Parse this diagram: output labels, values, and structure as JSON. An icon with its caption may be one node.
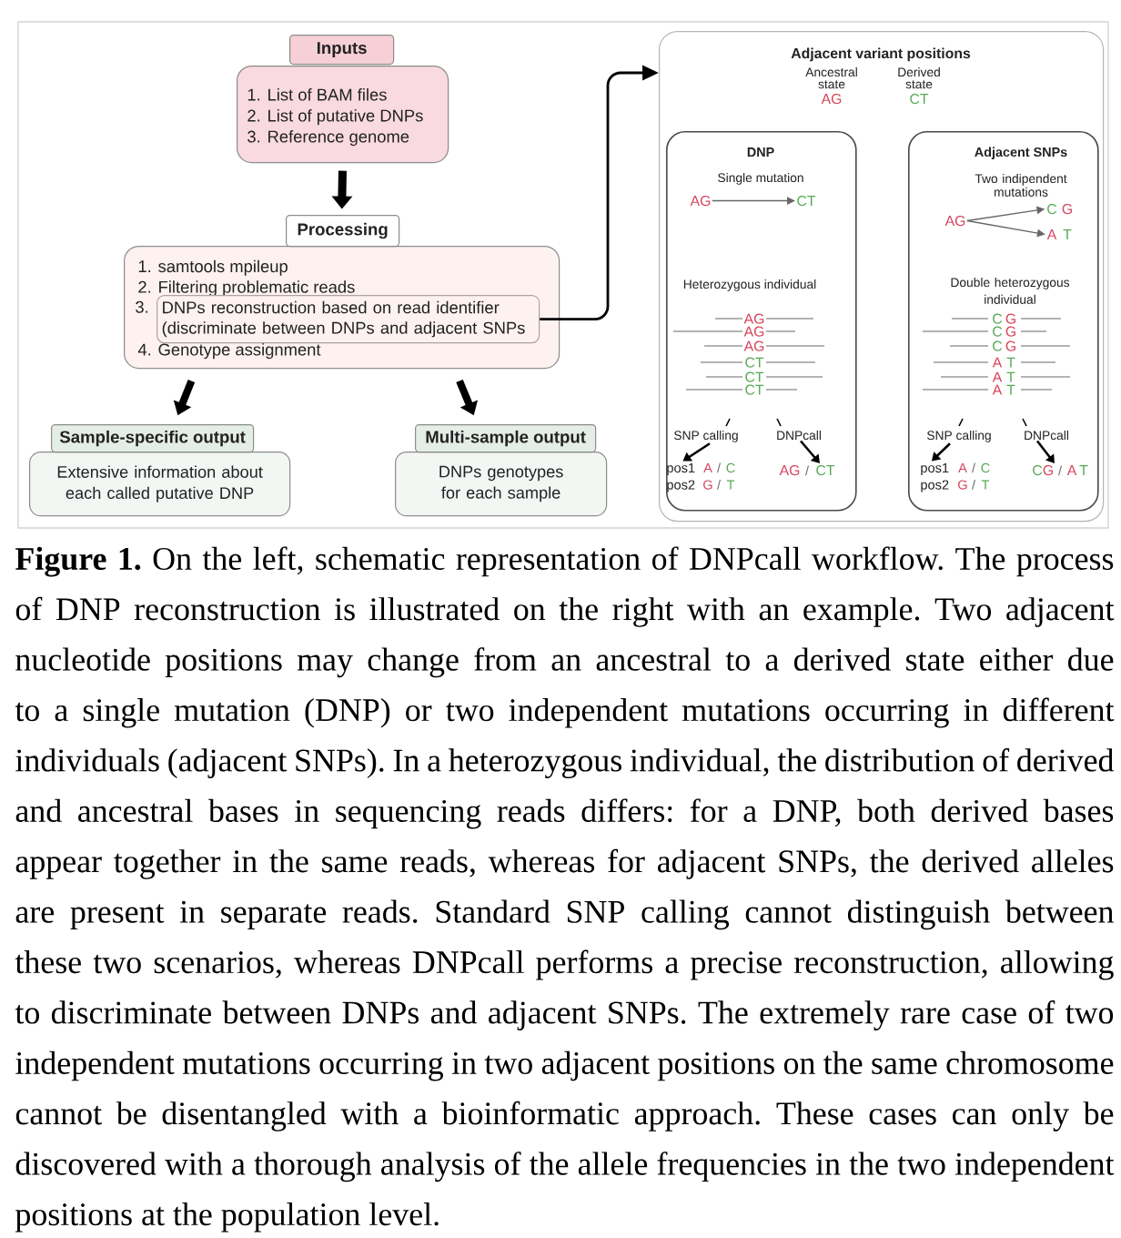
{
  "diagram": {
    "caption": "**Figure 1.** On the left, schematic representation of DNPcall workflow. The process of DNP reconstruction is illustrated on the right with an example. Two adjacent nucleotide positions may change from an ancestral to a derived state either due to a single mutation (DNP) or two independent mutations occurring in different individuals (adjacent SNPs). In a heterozygous individual, the distribution of derived and ancestral bases in sequencing reads differs: for a DNP, both derived bases appear together in the same reads, whereas for adjacent SNPs, the derived alleles are present in separate reads. Standard SNP calling cannot distinguish between these two scenarios, whereas DNPcall performs a precise reconstruction, allowing to discriminate between DNPs and adjacent SNPs. The extremely rare case of two independent mutations occurring in two adjacent positions on the same chromosome cannot be disentangled with a bioinformatic approach. These cases can only be discovered with a thorough analysis of the allele frequencies in the two independent positions at the population level.",
    "nodes": [
      {
        "text": [
          "Inputs",
          "1. List of BAM files",
          "2. List of putative DNPs",
          "3. Reference genome"
        ]
      },
      {
        "text": [
          "Processing",
          "1. samtools mpileup",
          "2. Filtering problematic reads",
          "4. Genotype assignment"
        ]
      },
      {
        "text": [
          "DNPs reconstruction based on read identifier (discriminate between DNPs and adjacent SNPs"
        ],
        "beside": [
          "3."
        ],
        "in": 1
      },
      {
        "text": [
          "Sample-specific output",
          "Extensive information about each called putative DNP"
        ]
      },
      {
        "text": [
          "Multi-sample output",
          "DNPs genotypes for each sample"
        ]
      },
      {
        "text": [
          "Adjacent variant positions",
          "Ancestral state",
          "AG",
          "Derived state",
          "CT"
        ]
      },
      {
        "text": [
          "DNP",
          "Single mutation",
          "Heterozygous individual"
        ],
        "in": 5
      },
      {
        "text": [
          "AG"
        ],
        "in": 6
      },
      {
        "text": [
          "CT"
        ],
        "in": 6
      },
      {
        "text": [
          "SNP calling"
        ],
        "in": 6
      },
      {
        "text": [
          "DNPcall"
        ],
        "in": 6
      },
      {
        "text": [
          "pos1",
          "A",
          "/",
          "C",
          "pos2",
          "G",
          "/",
          "T"
        ],
        "in": 6
      },
      {
        "text": [
          "AG",
          "/",
          "CT"
        ],
        "in": 6
      },
      {
        "text": [
          "Adjacent SNPs",
          "Two indipendent mutations",
          "Double heterozygous individual"
        ],
        "in": 5
      },
      {
        "text": [
          "AG"
        ],
        "in": 13
      },
      {
        "text": [
          "C",
          "G"
        ],
        "in": 13
      },
      {
        "text": [
          "A",
          "T"
        ],
        "in": 13
      },
      {
        "text": [
          "SNP calling"
        ],
        "in": 13
      },
      {
        "text": [
          "DNPcall"
        ],
        "in": 13
      },
      {
        "text": [
          "pos1",
          "A",
          "/",
          "C",
          "pos2",
          "G",
          "/",
          "T"
        ],
        "in": 13
      },
      {
        "text": [
          "C",
          "G",
          "/",
          "A",
          "T"
        ],
        "in": 13
      }
    ],
    "edges": [
      {
        "from": 0,
        "to": 1,
        "arrow": "to",
        "style": "thick"
      },
      {
        "from": 1,
        "to": 3,
        "arrow": "to",
        "style": "thick"
      },
      {
        "from": 1,
        "to": 4,
        "arrow": "to",
        "style": "thick"
      },
      {
        "from": 2,
        "to": 5,
        "arrow": "to"
      },
      {
        "from": 7,
        "to": 8,
        "arrow": "to",
        "color": "#666666"
      },
      {
        "from": 9,
        "to": 11,
        "arrow": "to"
      },
      {
        "from": 10,
        "to": 12,
        "arrow": "to"
      },
      {
        "from": 14,
        "to": 15,
        "arrow": "to",
        "color": "#666666"
      },
      {
        "from": 14,
        "to": 16,
        "arrow": "to",
        "color": "#666666"
      },
      {
        "from": 17,
        "to": 19,
        "arrow": "to"
      },
      {
        "from": 18,
        "to": 20,
        "arrow": "to"
      }
    ],
    "labels": [
      "AG",
      "AG",
      "AG",
      "CT",
      "CT",
      "CT",
      "C",
      "G",
      "C",
      "G",
      "C",
      "G",
      "A",
      "T",
      "A",
      "T",
      "A",
      "T"
    ]
  }
}
